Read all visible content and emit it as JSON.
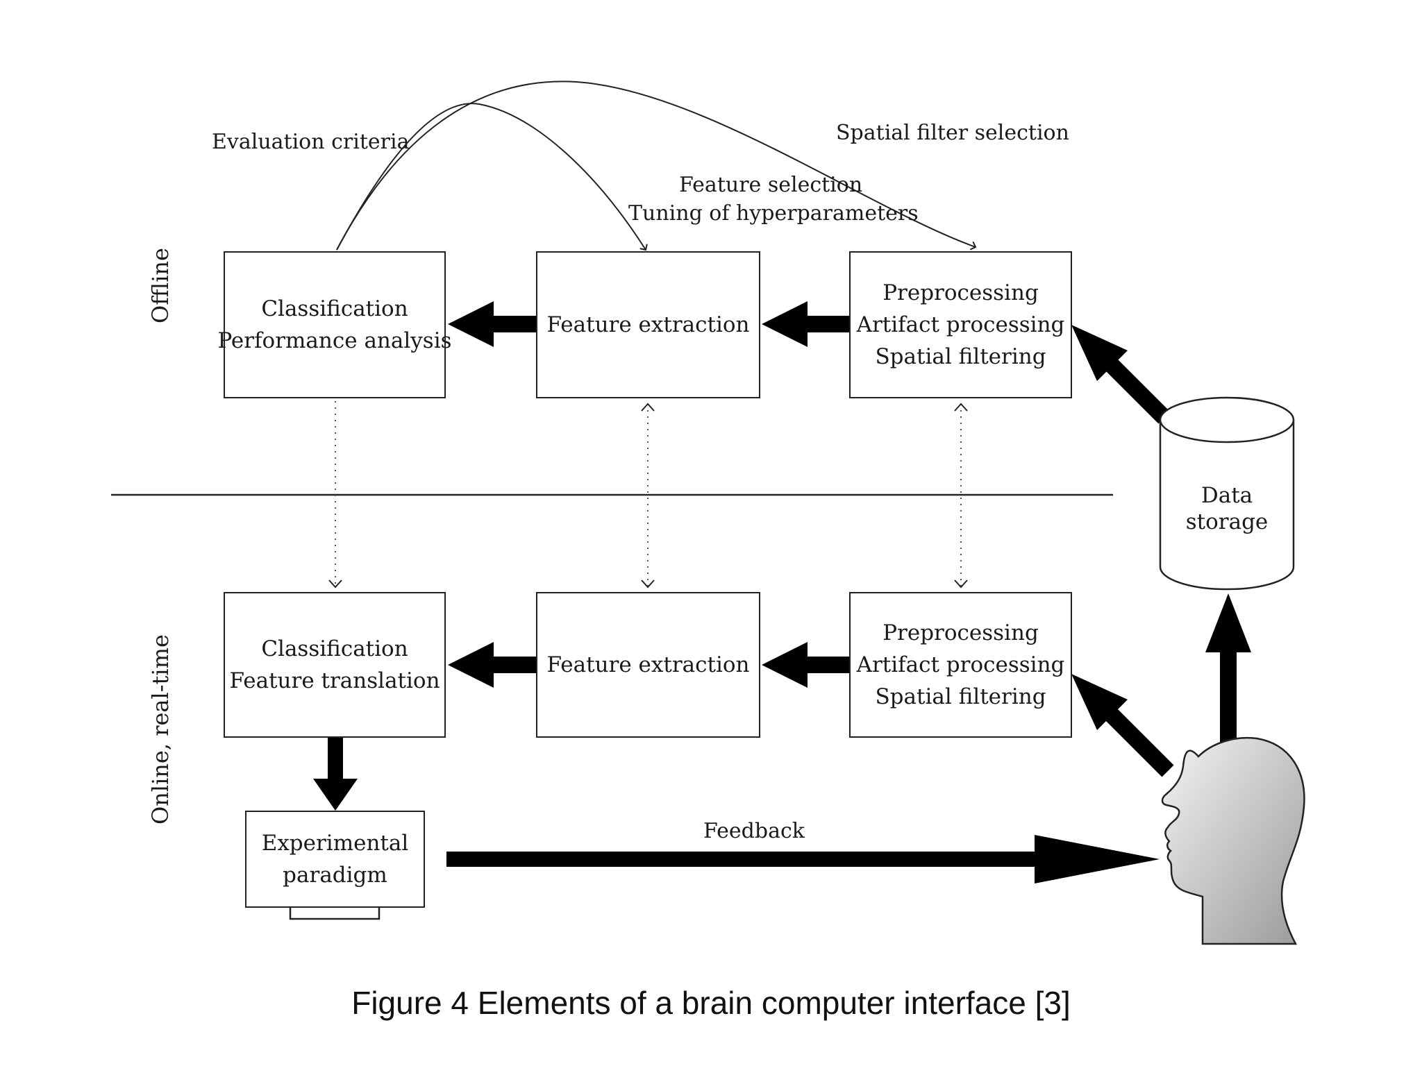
{
  "section_labels": {
    "offline": "Offline",
    "online": "Online, real-time"
  },
  "offline": {
    "classification": [
      "Classification",
      "Performance analysis"
    ],
    "feature_extraction": [
      "Feature extraction"
    ],
    "preprocessing": [
      "Preprocessing",
      "Artifact processing",
      "Spatial filtering"
    ]
  },
  "online": {
    "classification": [
      "Classification",
      "Feature translation"
    ],
    "feature_extraction": [
      "Feature extraction"
    ],
    "preprocessing": [
      "Preprocessing",
      "Artifact processing",
      "Spatial filtering"
    ]
  },
  "paradigm": [
    "Experimental",
    "paradigm"
  ],
  "data_storage": [
    "Data",
    "storage"
  ],
  "annotations": {
    "evaluation_criteria": "Evaluation criteria",
    "spatial_filter_selection": "Spatial filter selection",
    "feature_selection": "Feature selection",
    "tuning_hyperparameters": "Tuning of hyperparameters",
    "feedback": "Feedback"
  },
  "caption": "Figure 4  Elements of a brain computer interface [3]"
}
